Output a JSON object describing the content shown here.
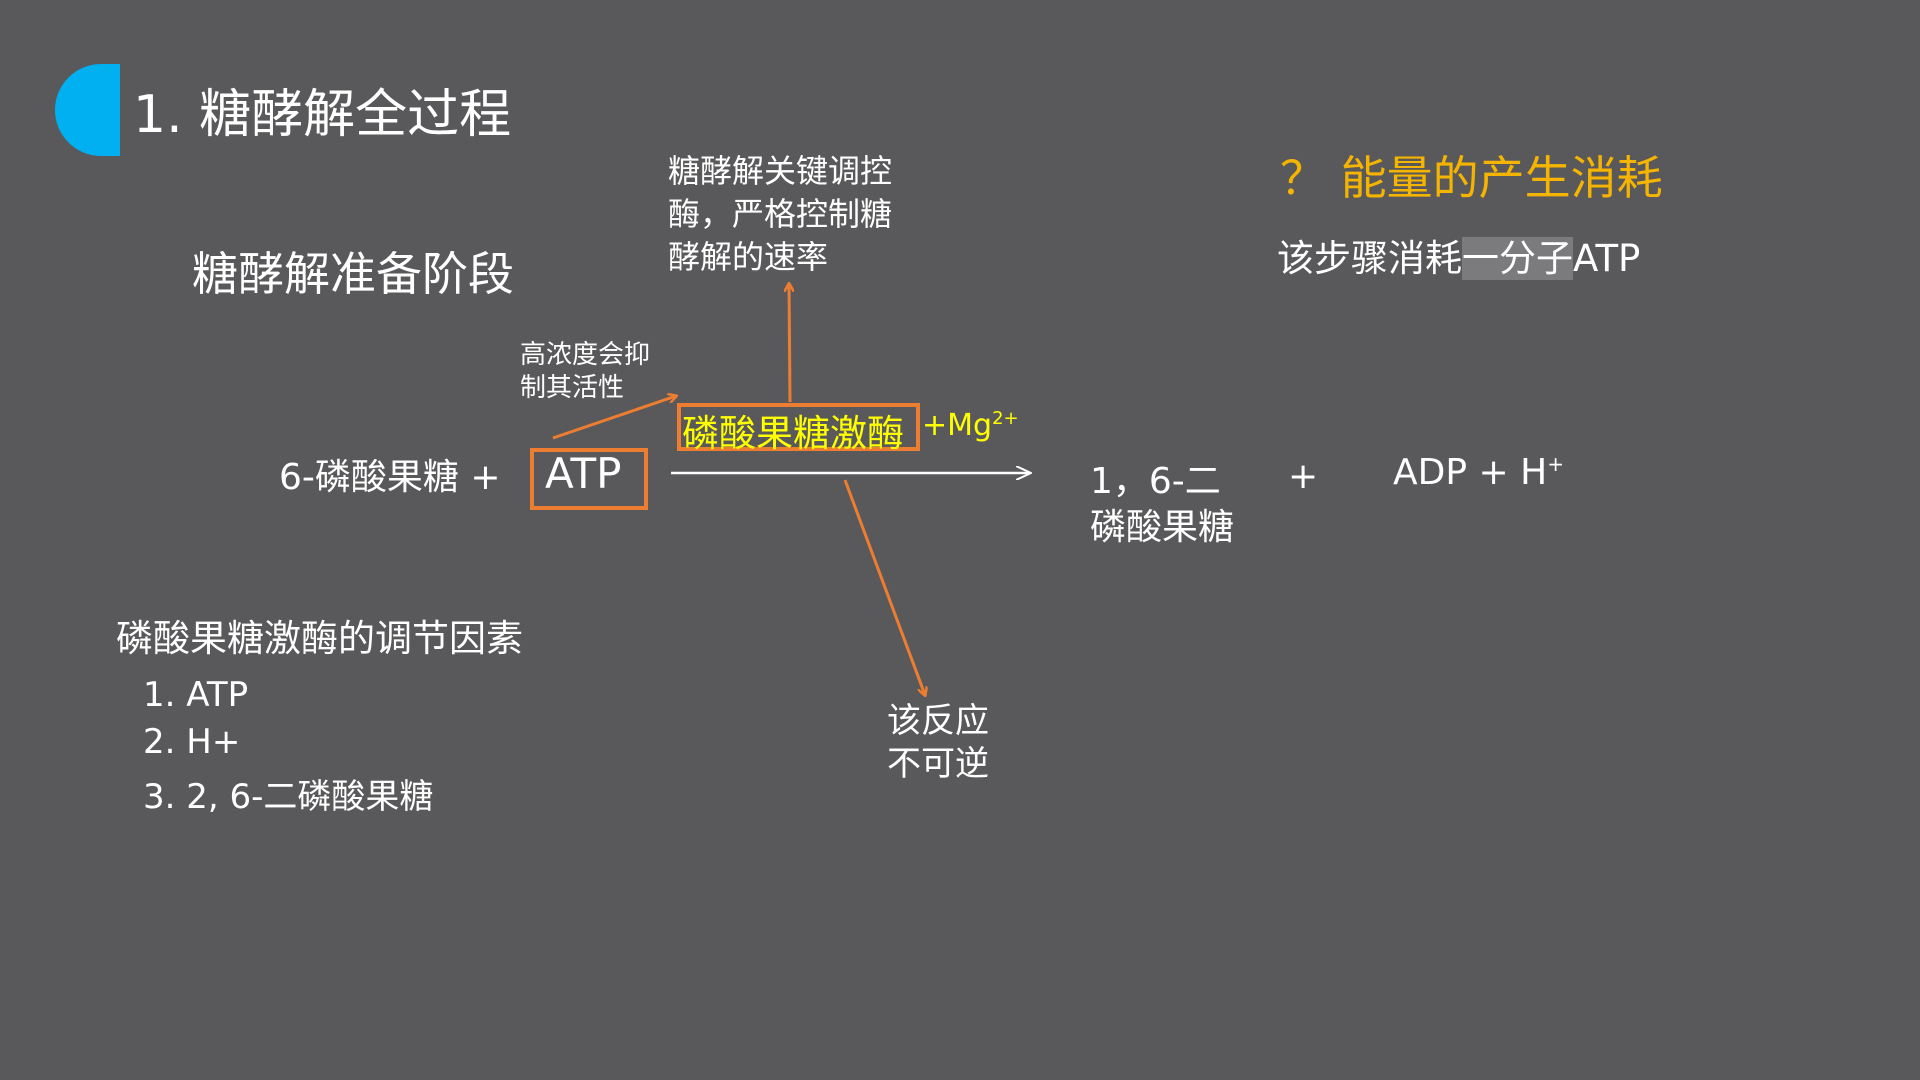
{
  "title": "1. 糖酵解全过程",
  "stage_heading": "糖酵解准备阶段",
  "key_enzyme_note": [
    "糖酵解关键调控",
    "酶，严格控制糖",
    "酵解的速率"
  ],
  "question_heading": "？ 能量的产生消耗",
  "consumption": {
    "prefix": "该步骤消耗",
    "highlight": "一分子",
    "suffix": "ATP"
  },
  "inhibition_note": [
    "高浓度会抑",
    "制其活性"
  ],
  "reaction": {
    "substrate": "6-磷酸果糖 +",
    "atp": "ATP",
    "enzyme": "磷酸果糖激酶",
    "cofactor": "+Mg",
    "cofactor_charge": "2+",
    "product_line1": "1，6-二",
    "product_line2": "磷酸果糖",
    "plus": "+",
    "byproduct": "ADP + H",
    "byproduct_charge": "+"
  },
  "regulation": {
    "heading": "磷酸果糖激酶的调节因素",
    "items": [
      "1. ATP",
      "2. H+",
      "3. 2, 6-二磷酸果糖"
    ]
  },
  "irreversible_note": [
    "该反应",
    "不可逆"
  ],
  "colors": {
    "accent_blue": "#00b0f0",
    "orange": "#ed7d31",
    "yellow": "#ffff00",
    "gold": "#f5b400",
    "background": "#59595b"
  }
}
